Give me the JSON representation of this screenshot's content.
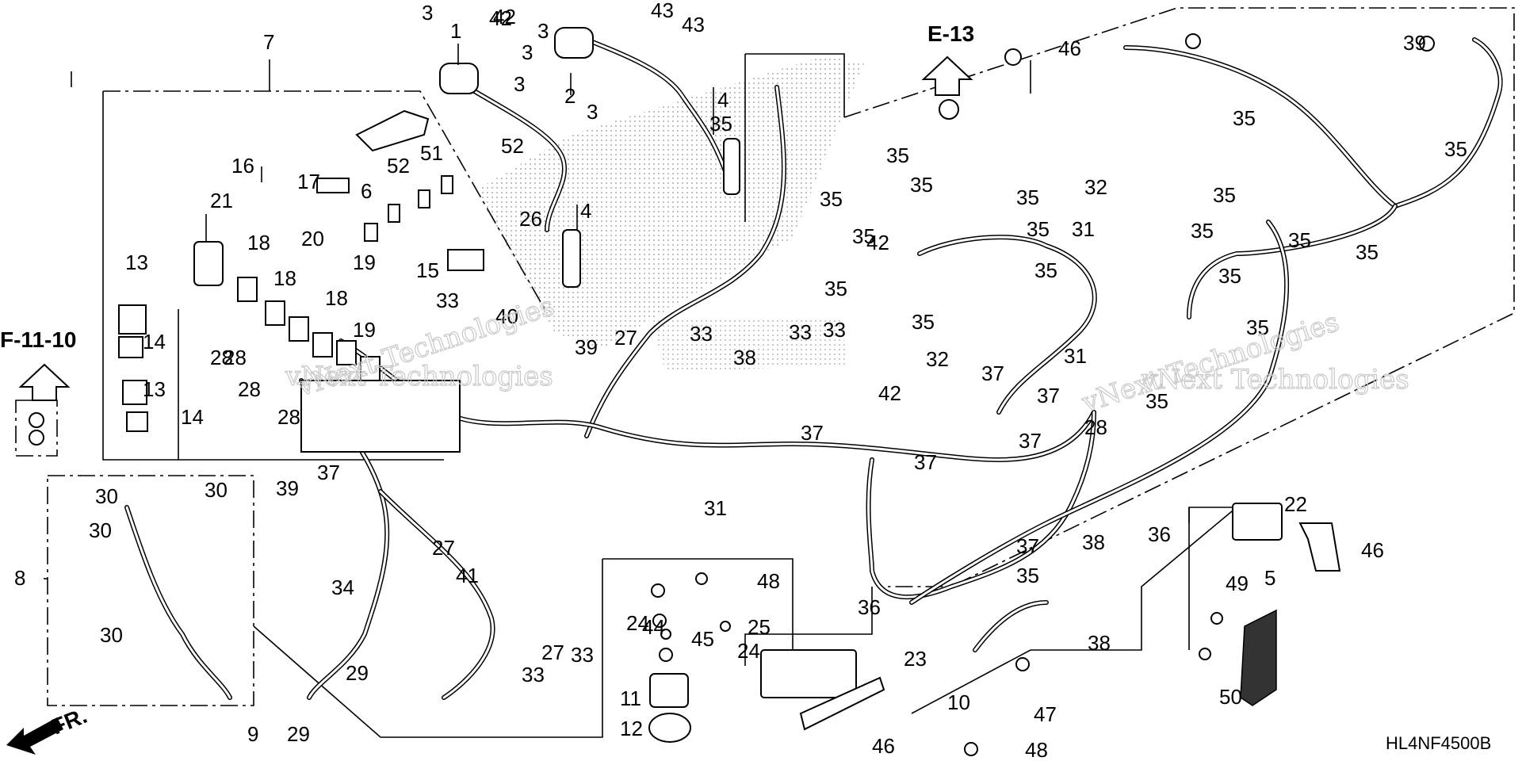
{
  "diagram": {
    "code": "HL4NF4500B",
    "refs": [
      {
        "id": "e13",
        "text": "E-13"
      },
      {
        "id": "f1110",
        "text": "F-11-10"
      }
    ],
    "direction": {
      "text": "FR.",
      "icon": "front-arrow-icon"
    },
    "watermarks": [
      "vNext Technologies",
      "vNext Technologies",
      "vNext Technologies",
      "vNext Technologies"
    ],
    "callouts": [
      "1",
      "2",
      "3",
      "3",
      "3",
      "3",
      "3",
      "4",
      "4",
      "5",
      "6",
      "7",
      "8",
      "9",
      "10",
      "11",
      "12",
      "13",
      "13",
      "14",
      "14",
      "15",
      "16",
      "17",
      "18",
      "18",
      "18",
      "19",
      "19",
      "20",
      "21",
      "22",
      "23",
      "24",
      "24",
      "25",
      "26",
      "27",
      "27",
      "27",
      "28",
      "28",
      "28",
      "28",
      "28",
      "29",
      "29",
      "30",
      "30",
      "30",
      "30",
      "31",
      "31",
      "31",
      "32",
      "32",
      "33",
      "33",
      "33",
      "33",
      "33",
      "33",
      "34",
      "35",
      "35",
      "35",
      "35",
      "35",
      "35",
      "35",
      "35",
      "35",
      "35",
      "35",
      "35",
      "35",
      "35",
      "35",
      "35",
      "35",
      "35",
      "35",
      "35",
      "36",
      "36",
      "37",
      "37",
      "37",
      "37",
      "37",
      "37",
      "37",
      "38",
      "38",
      "38",
      "39",
      "39",
      "39",
      "40",
      "41",
      "42",
      "42",
      "42",
      "42",
      "43",
      "43",
      "44",
      "45",
      "46",
      "46",
      "46",
      "47",
      "48",
      "48",
      "49",
      "50",
      "51",
      "52",
      "52"
    ]
  }
}
